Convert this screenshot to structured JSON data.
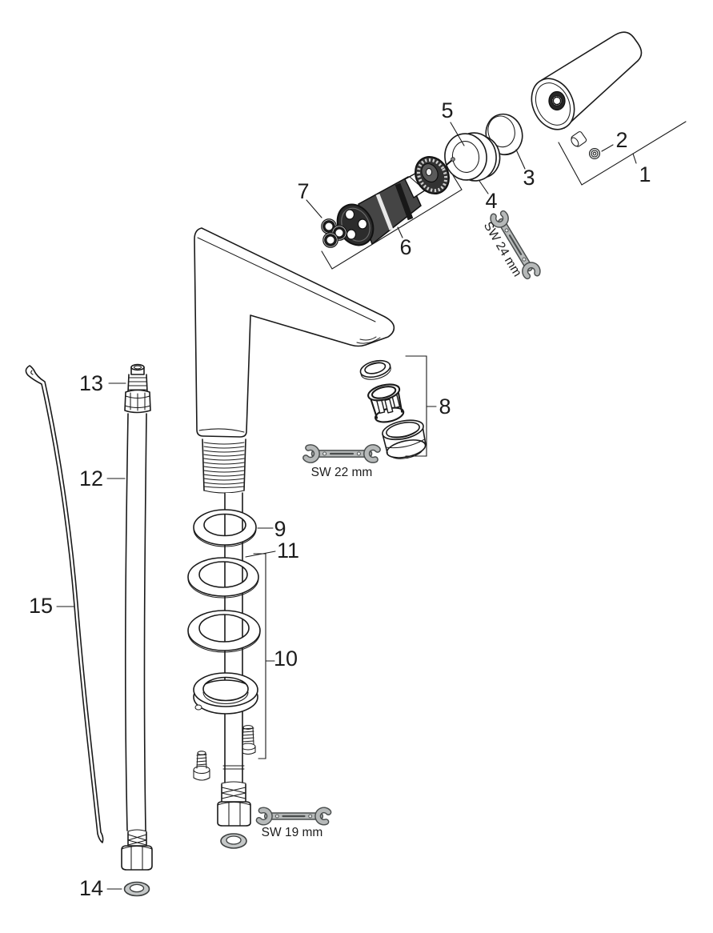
{
  "diagram": {
    "background": "#ffffff",
    "line_color": "#1a1a1a",
    "wrench_fill": "#b6b9b9",
    "wrench_outline": "#4a4e4e",
    "washer_fill": "#c4c7c7",
    "parts": [
      {
        "label": "1"
      },
      {
        "label": "2"
      },
      {
        "label": "3"
      },
      {
        "label": "4"
      },
      {
        "label": "5"
      },
      {
        "label": "6"
      },
      {
        "label": "7"
      },
      {
        "label": "8"
      },
      {
        "label": "9"
      },
      {
        "label": "10"
      },
      {
        "label": "11"
      },
      {
        "label": "12"
      },
      {
        "label": "13"
      },
      {
        "label": "14"
      },
      {
        "label": "15"
      }
    ],
    "tools": [
      {
        "label": "SW 24 mm"
      },
      {
        "label": "SW 22 mm"
      },
      {
        "label": "SW 19 mm"
      }
    ]
  }
}
